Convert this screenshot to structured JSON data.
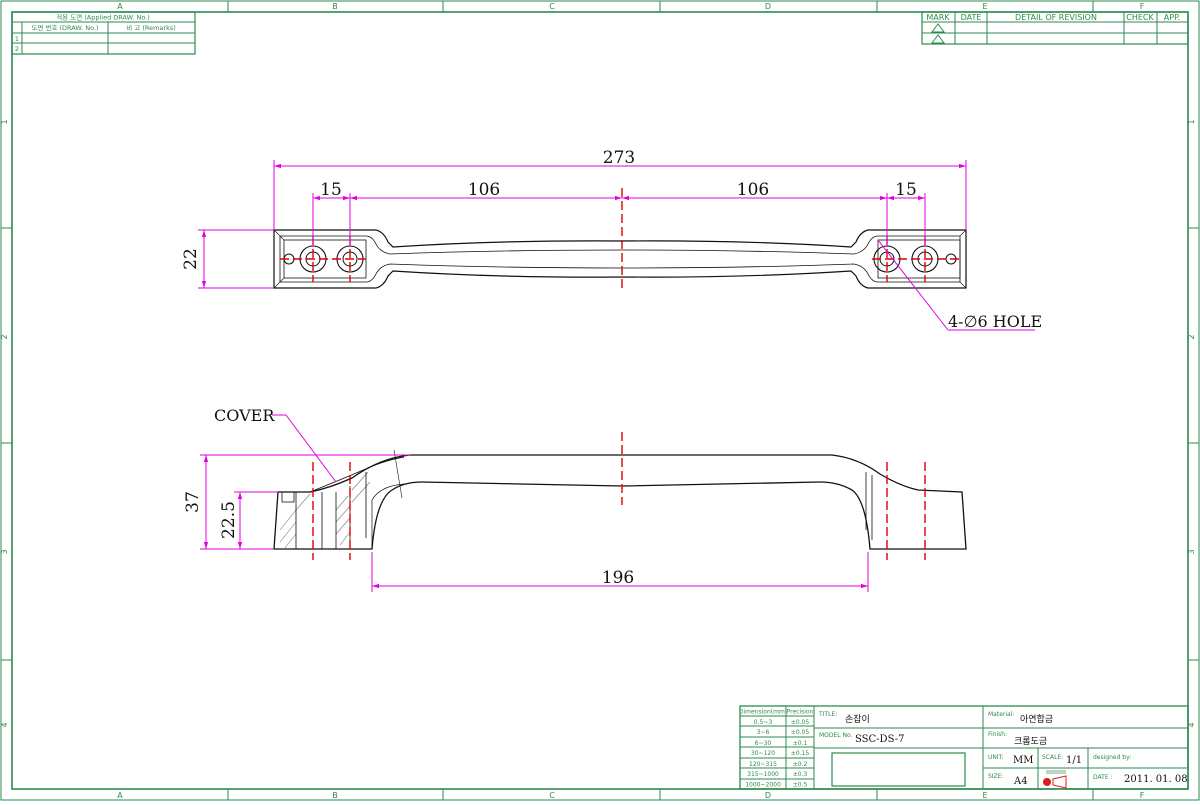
{
  "border": {
    "col_labels": [
      "A",
      "B",
      "C",
      "D",
      "E",
      "F"
    ],
    "row_labels": [
      "1",
      "2",
      "3",
      "4"
    ]
  },
  "applied_table": {
    "title": "적용 도면 (Applied DRAW. No.)",
    "col1": "도면 번호 (DRAW. No.)",
    "col2": "비 고 (Remarks)",
    "rows": [
      "1",
      "2"
    ]
  },
  "revision_table": {
    "headers": [
      "MARK",
      "DATE",
      "DETAIL OF REVISION",
      "CHECK",
      "APP."
    ]
  },
  "dimensions": {
    "overall": "273",
    "left_end": "15",
    "left_mid": "106",
    "right_mid": "106",
    "right_end": "15",
    "width": "22",
    "height_total": "37",
    "height_inner": "22.5",
    "bottom_span": "196"
  },
  "notes": {
    "hole": "4-∅6 HOLE",
    "cover": "COVER"
  },
  "title_block": {
    "tol_header_1": "Dimension(mm)",
    "tol_header_2": "Precision",
    "tolerances": [
      {
        "range": "0.5~3",
        "tol": "±0.05"
      },
      {
        "range": "3~6",
        "tol": "±0.05"
      },
      {
        "range": "6~30",
        "tol": "±0.1"
      },
      {
        "range": "30~120",
        "tol": "±0.15"
      },
      {
        "range": "120~315",
        "tol": "±0.2"
      },
      {
        "range": "315~1000",
        "tol": "±0.3"
      },
      {
        "range": "1000~2000",
        "tol": "±0.5"
      }
    ],
    "title_label": "TITLE:",
    "title_value": "손잡이",
    "model_label": "MODEL No.",
    "model_value": "SSC-DS-7",
    "material_label": "Material:",
    "material_value": "아연합금",
    "finish_label": "Finish:",
    "finish_value": "크롬도금",
    "unit_label": "UNIT:",
    "unit_value": "MM",
    "scale_label": "SCALE:",
    "scale_value": "1/1",
    "size_label": "SIZE:",
    "size_value": "A4",
    "designed_label": "designed by:",
    "date_label": "DATE :",
    "date_value": "2011. 01. 08"
  },
  "colors": {
    "frame": "#2e8a4c",
    "dimension": "#e000e0",
    "centerline": "#e00000",
    "part": "#111111"
  }
}
